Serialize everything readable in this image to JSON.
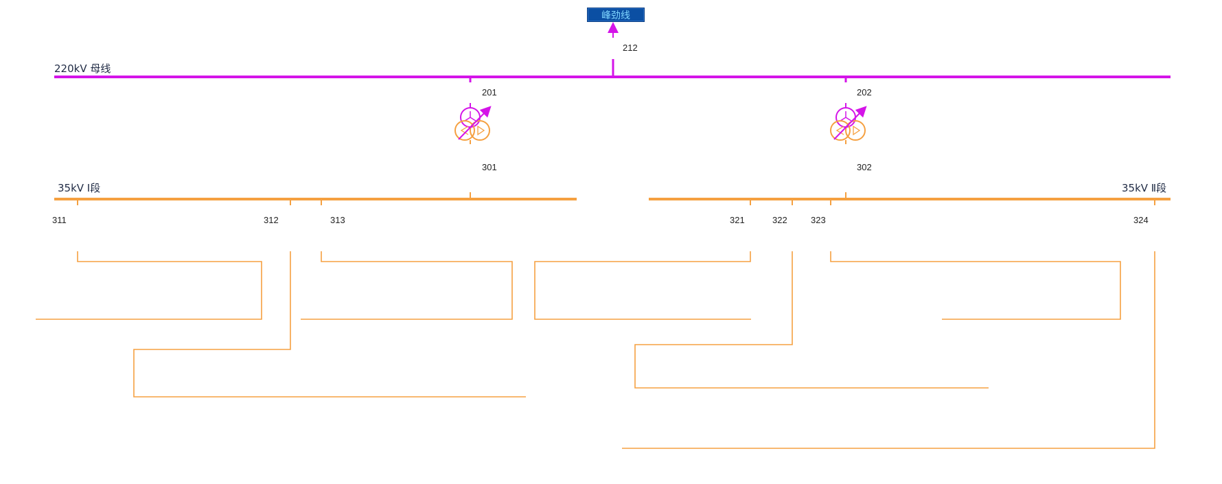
{
  "colors": {
    "bus_220kv": "#d414e8",
    "bus_35kv": "#f5a040",
    "line_box_bg": "#0b4fa3",
    "line_box_text": "#7fd6ff",
    "label_text": "#222222"
  },
  "external_line": {
    "name": "峰劲线",
    "breaker": "212"
  },
  "buses": {
    "hv": {
      "label": "220kV 母线"
    },
    "lv1": {
      "label": "35kV Ⅰ段"
    },
    "lv2": {
      "label": "35kV Ⅱ段"
    }
  },
  "transformers": [
    {
      "hv_breaker": "201",
      "lv_breaker": "301",
      "icon": "three-winding-transformer-icon"
    },
    {
      "hv_breaker": "202",
      "lv_breaker": "302",
      "icon": "three-winding-transformer-icon"
    }
  ],
  "feeders": {
    "f311": "311",
    "f312": "312",
    "f313": "313",
    "f321": "321",
    "f322": "322",
    "f323": "323",
    "f324": "324"
  }
}
